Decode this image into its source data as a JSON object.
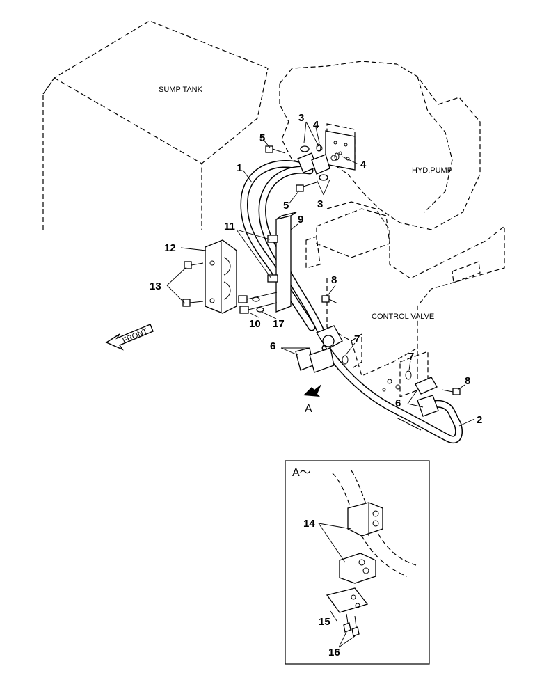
{
  "labels": {
    "sump_tank": "SUMP TANK",
    "hyd_pump": "HYD.PUMP",
    "control_valve": "CONTROL VALVE",
    "front": "FRONT",
    "view_a_marker": "A",
    "view_a_title": "A～"
  },
  "callouts": {
    "c1": "1",
    "c2": "2",
    "c3a": "3",
    "c3b": "3",
    "c4a": "4",
    "c4b": "4",
    "c5a": "5",
    "c5b": "5",
    "c6a": "6",
    "c6b": "6",
    "c7a": "7",
    "c7b": "7",
    "c8a": "8",
    "c8b": "8",
    "c9": "9",
    "c10": "10",
    "c11": "11",
    "c12": "12",
    "c13": "13",
    "c14": "14",
    "c15": "15",
    "c16": "16",
    "c17": "17"
  }
}
